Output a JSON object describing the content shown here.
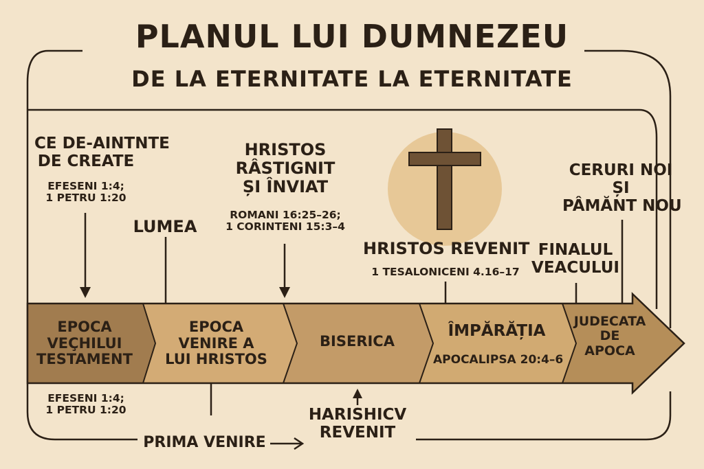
{
  "header": {
    "title": "PLANUL LUI DUMNEZEU",
    "subtitle": "DE LA ETERNITATE LA ETERNITATE"
  },
  "events": {
    "before_creation": {
      "label": "CE DE-AINTNTE\nDE CREATE",
      "refs": "EFESENI 1:4;\n1 PETRU 1:20"
    },
    "world": {
      "label": "LUMEA"
    },
    "crucified": {
      "label": "HRISTOS\nRÂSTIGNIT\nȘI ÎNVIAT",
      "refs": "ROMANI 16:25–26;\n1 CORINTENI 15:3–4"
    },
    "returned": {
      "label": "HRISTOS REVENIT",
      "refs": "1 TESALONICENI 4.16–17"
    },
    "end_of_age": {
      "label": "FINALUL\nVEACULUI"
    },
    "new_heavens": {
      "label": "CERURI NOI\nȘI\nPÂMĂNT NOU"
    }
  },
  "segments": [
    {
      "label": "EPOCA\nVEÇHILUI\nTESTAMENT",
      "color": "#a17c4f"
    },
    {
      "label": "EPOCA\nVENIRE A\nLUI HRISTOS",
      "color": "#d3ab75"
    },
    {
      "label": "BISERICA",
      "color": "#c39b68"
    },
    {
      "label": "ÎMPĂRĂȚIA",
      "sub": "APOCALIPSA 20:4–6",
      "color": "#d1aa72"
    },
    {
      "label": "JUDECATA\nDE\nAPOCA",
      "color": "#b58e59"
    }
  ],
  "bottom": {
    "refs": "EFESENI 1:4;\n1 PETRU 1:20",
    "first_coming": "PRIMA VENIRE",
    "second": "HARISHICV\nREVENIT"
  },
  "colors": {
    "background": "#f3e4cb",
    "ink": "#2b2016",
    "cross": "#6e5235",
    "halo": "#e7c897"
  },
  "icons": {
    "cross": "cross-icon"
  }
}
